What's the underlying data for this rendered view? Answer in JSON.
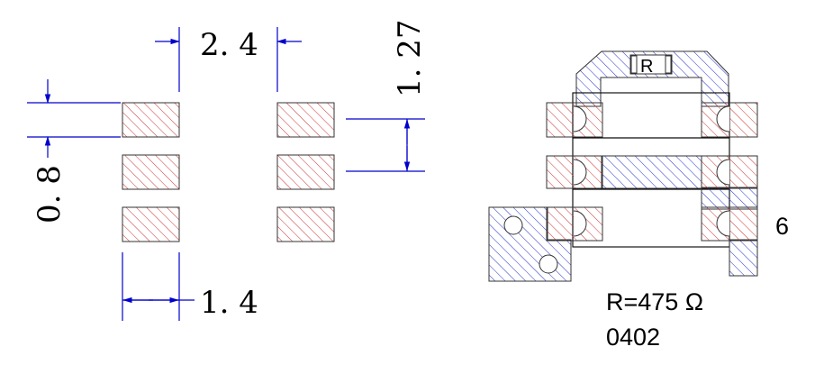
{
  "dimensions": {
    "pad_spacing": "2. 4",
    "pitch": "1. 27",
    "pad_height": "0. 8",
    "pad_width": "1. 4"
  },
  "component": {
    "resistor_symbol": "R",
    "resistance": "R=475 Ω",
    "package": "0402",
    "pin_number": "6"
  },
  "colors": {
    "dimension_lines": "#0000cc",
    "pad_hatch": "#cc3333",
    "copper_hatch": "#2233cc",
    "outline": "#000000"
  }
}
